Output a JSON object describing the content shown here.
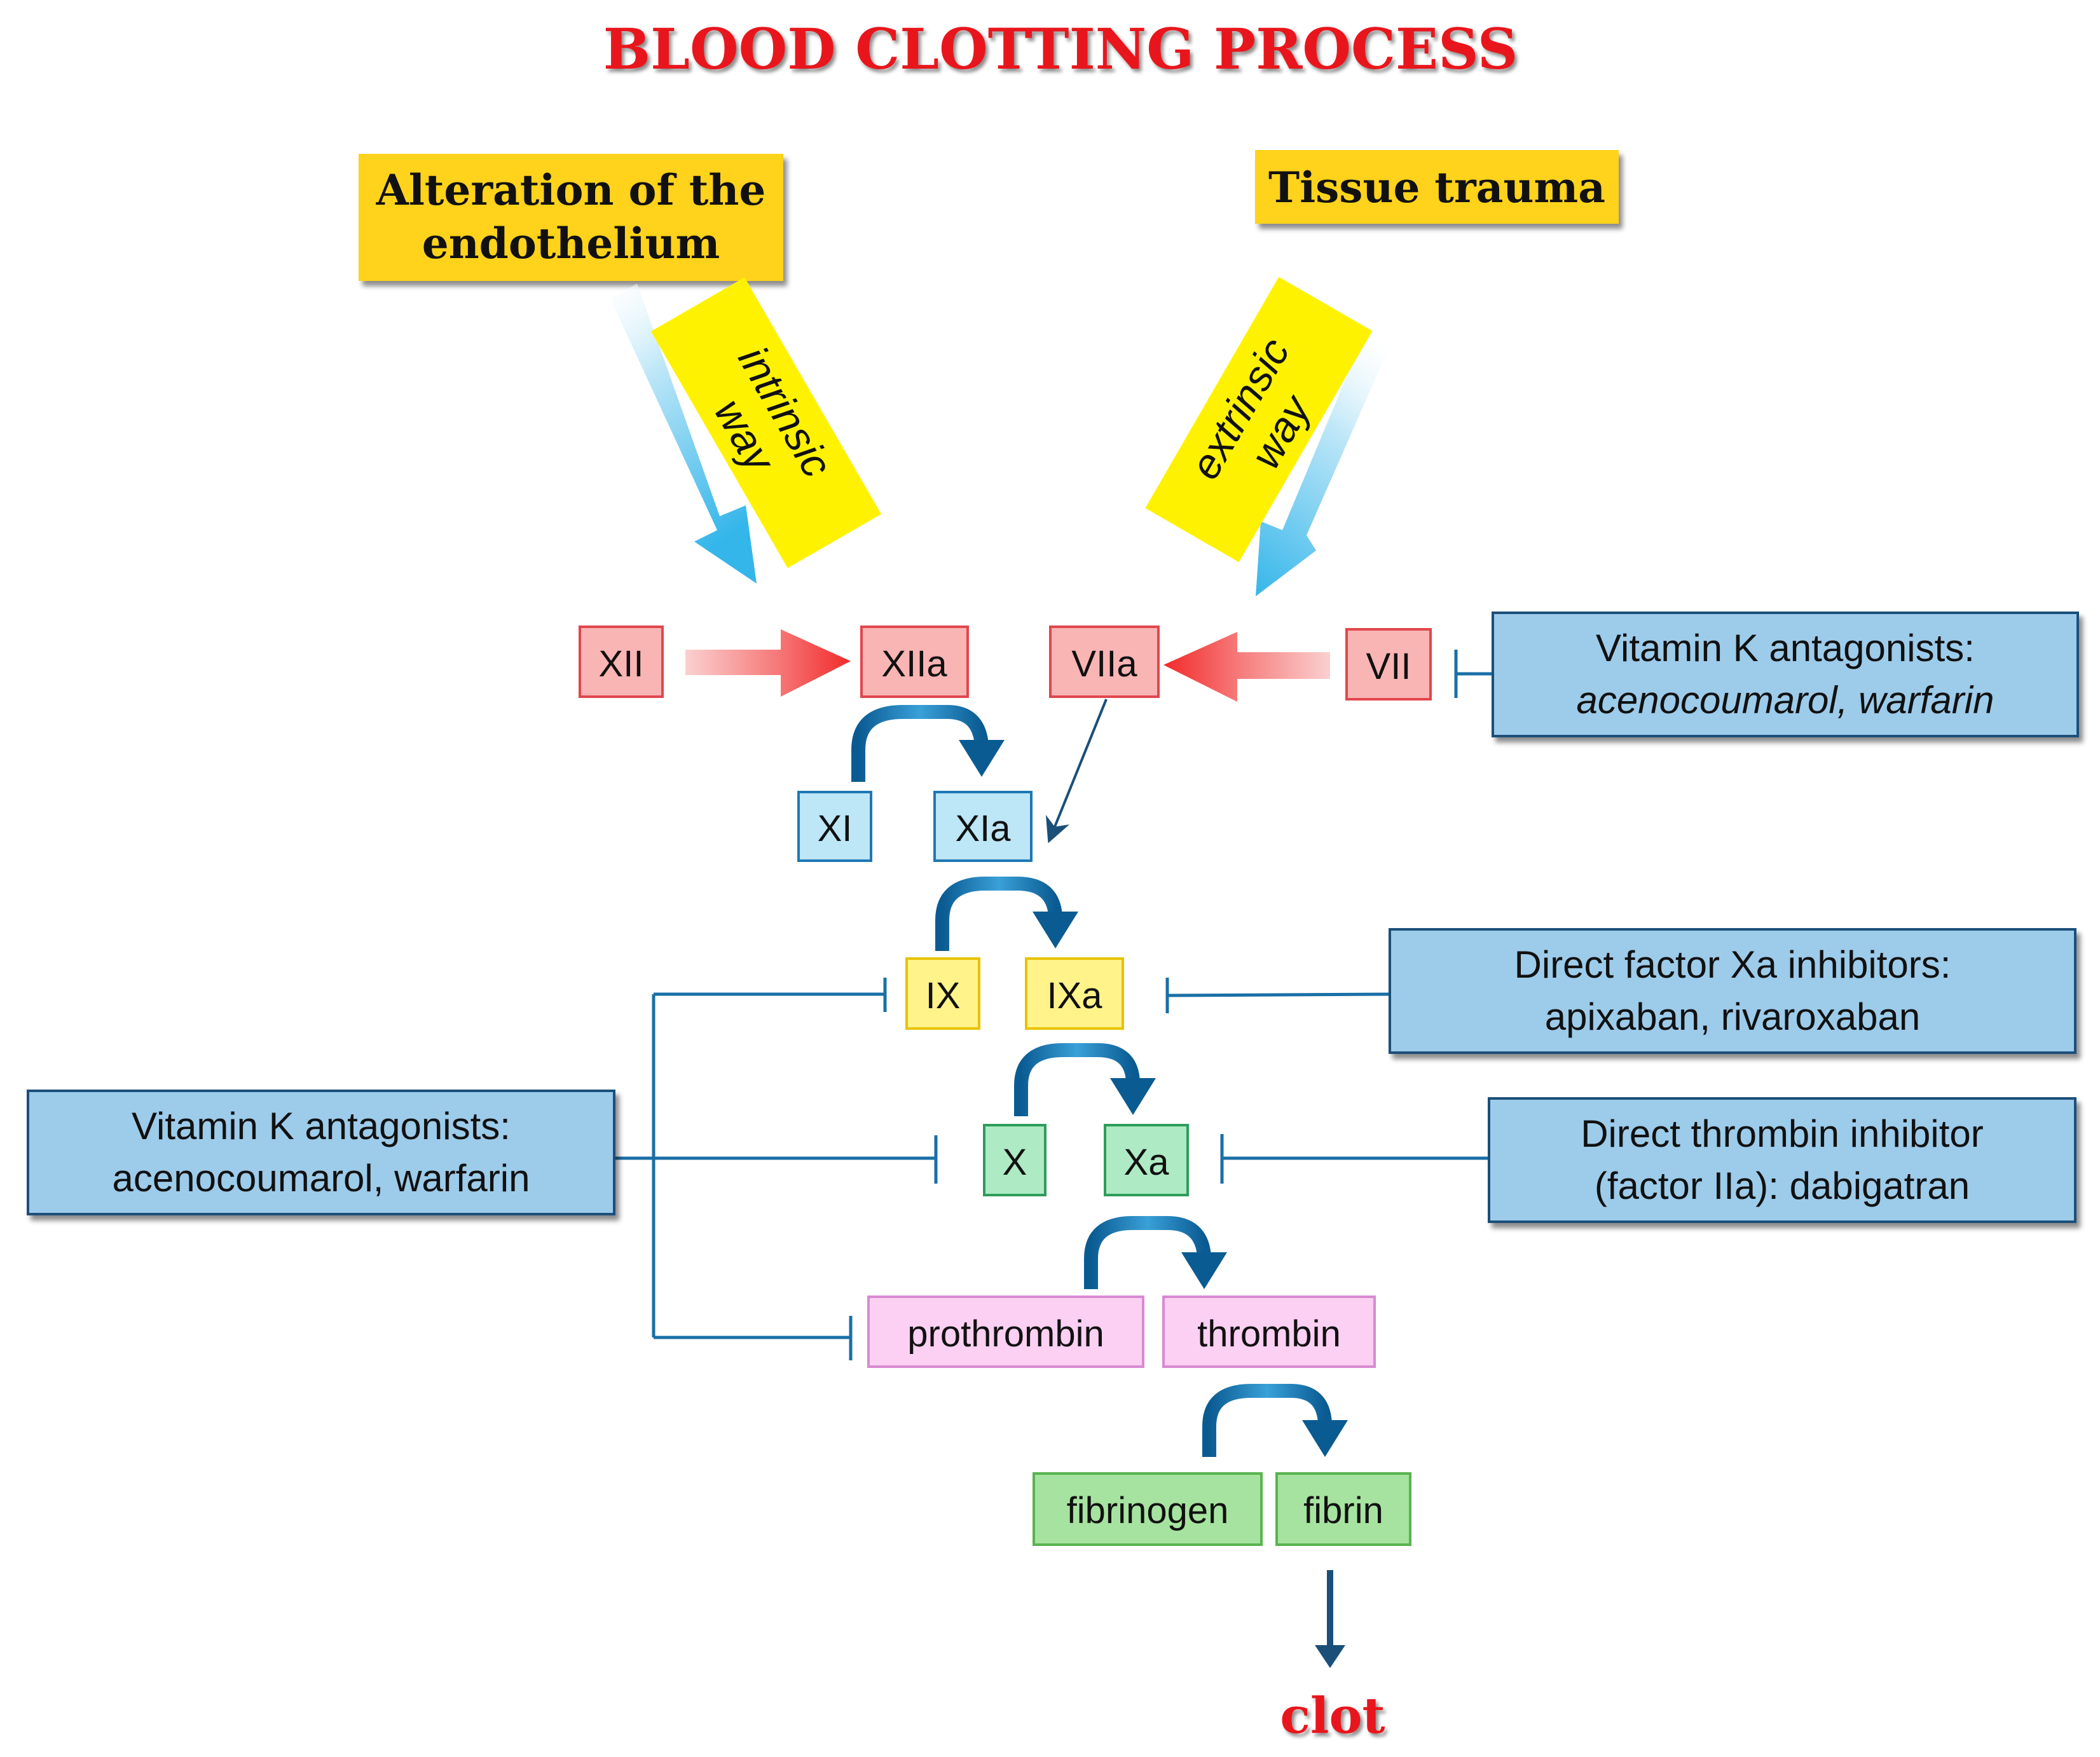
{
  "title": "BLOOD CLOTTING PROCESS",
  "triggers": {
    "endothelium": {
      "line1": "Alteration of the",
      "line2": "endothelium"
    },
    "trauma": "Tissue trauma"
  },
  "pathways": {
    "intrinsic": {
      "line1": "intrinsic",
      "line2": "way"
    },
    "extrinsic": {
      "line1": "extrinsic",
      "line2": "way"
    }
  },
  "factors": {
    "XII": "XII",
    "XIIa": "XIIa",
    "VIIa": "VIIa",
    "VII": "VII",
    "XI": "XI",
    "XIa": "XIa",
    "IX": "IX",
    "IXa": "IXa",
    "X": "X",
    "Xa": "Xa",
    "prothrombin": "prothrombin",
    "thrombin": "thrombin",
    "fibrinogen": "fibrinogen",
    "fibrin": "fibrin"
  },
  "drugs": {
    "vka_top": {
      "line1": "Vitamin K antagonists:",
      "line2": "acenocoumarol, warfarin"
    },
    "xa_inhibitors": {
      "line1": "Direct factor Xa inhibitors:",
      "line2": "apixaban, rivaroxaban"
    },
    "vka_left": {
      "line1": "Vitamin K antagonists:",
      "line2": "acenocoumarol, warfarin"
    },
    "thrombin_inhibitor": {
      "line1": "Direct thrombin inhibitor",
      "line2": "(factor IIa): dabigatran"
    }
  },
  "outcome": "clot",
  "colors": {
    "title_red": "#e8161b",
    "trigger_yellow": "#ffd21a",
    "path_yellow": "#fff200",
    "red_fill": "#f9b4b4",
    "red_stroke": "#e0474c",
    "blue_fill": "#bde6f7",
    "blue_stroke": "#1f78b4",
    "yellow_fill": "#fff38a",
    "yellow_stroke": "#e8c200",
    "green_fill": "#aeeac4",
    "green_stroke": "#2e9c5a",
    "pink_fill": "#fbd0f2",
    "pink_stroke": "#d98ad0",
    "lgreen_fill": "#a6e3a0",
    "lgreen_stroke": "#58b34f",
    "drug_fill": "#9dcbea",
    "drug_stroke": "#1a4f7a",
    "arrow_blue": "#0b5e96"
  }
}
